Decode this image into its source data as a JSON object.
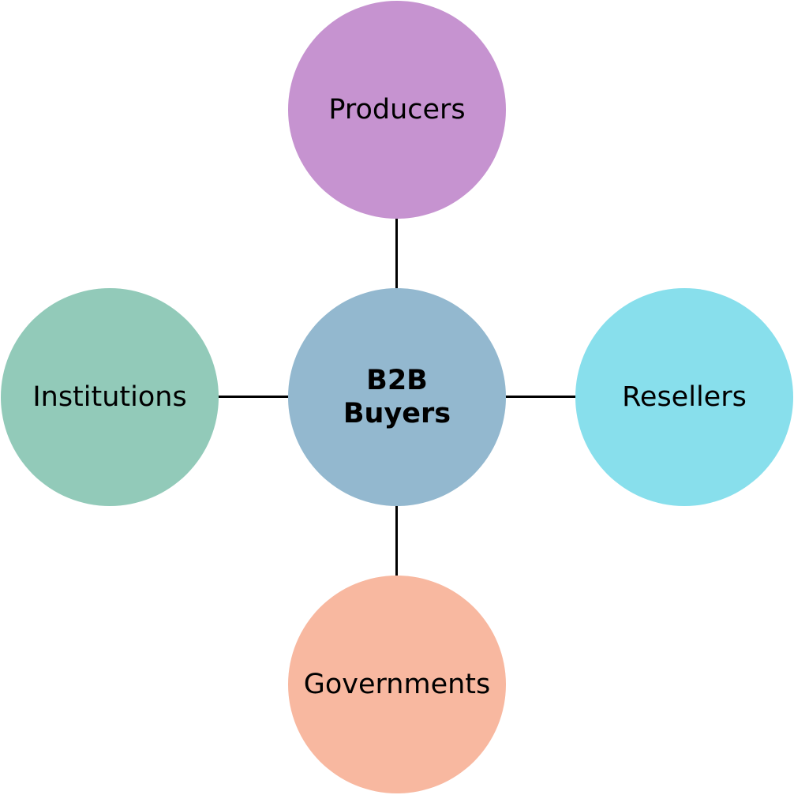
{
  "diagram": {
    "center": {
      "line1": "B2B",
      "line2": "Buyers",
      "color": "#93b8cf"
    },
    "nodes": {
      "top": {
        "label": "Producers",
        "color": "#c693d0"
      },
      "left": {
        "label": "Institutions",
        "color": "#92cab9"
      },
      "right": {
        "label": "Resellers",
        "color": "#88dfec"
      },
      "bottom": {
        "label": "Governments",
        "color": "#f8b8a0"
      }
    },
    "connector_color": "#000000"
  }
}
